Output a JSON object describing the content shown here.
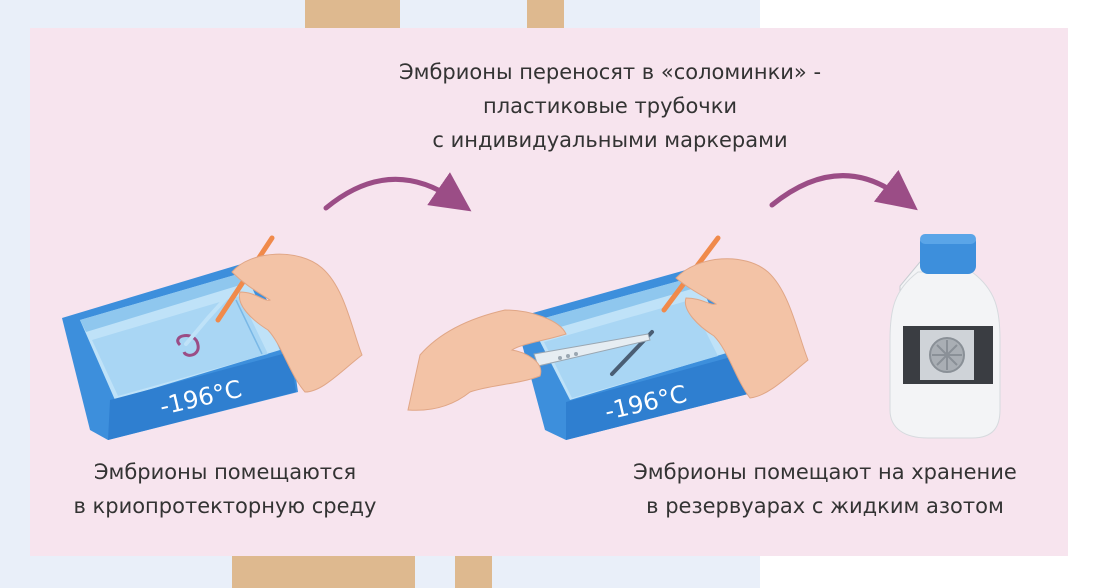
{
  "captions": {
    "top": "Эмбрионы переносят в «соломинки» -\nпластиковые трубочки\nс индивидуальными маркерами",
    "left": "Эмбрионы помещаются\nв криопротекторную среду",
    "right": "Эмбрионы помещают на хранение\nв резервуарах с жидким азотом"
  },
  "containers": {
    "left_temp": "-196°C",
    "middle_temp": "-196°C"
  },
  "colors": {
    "panel": "#f7e4ee",
    "arrow": "#9b4d86",
    "container": "#3d8fdc",
    "skin": "#f3c3a6"
  }
}
